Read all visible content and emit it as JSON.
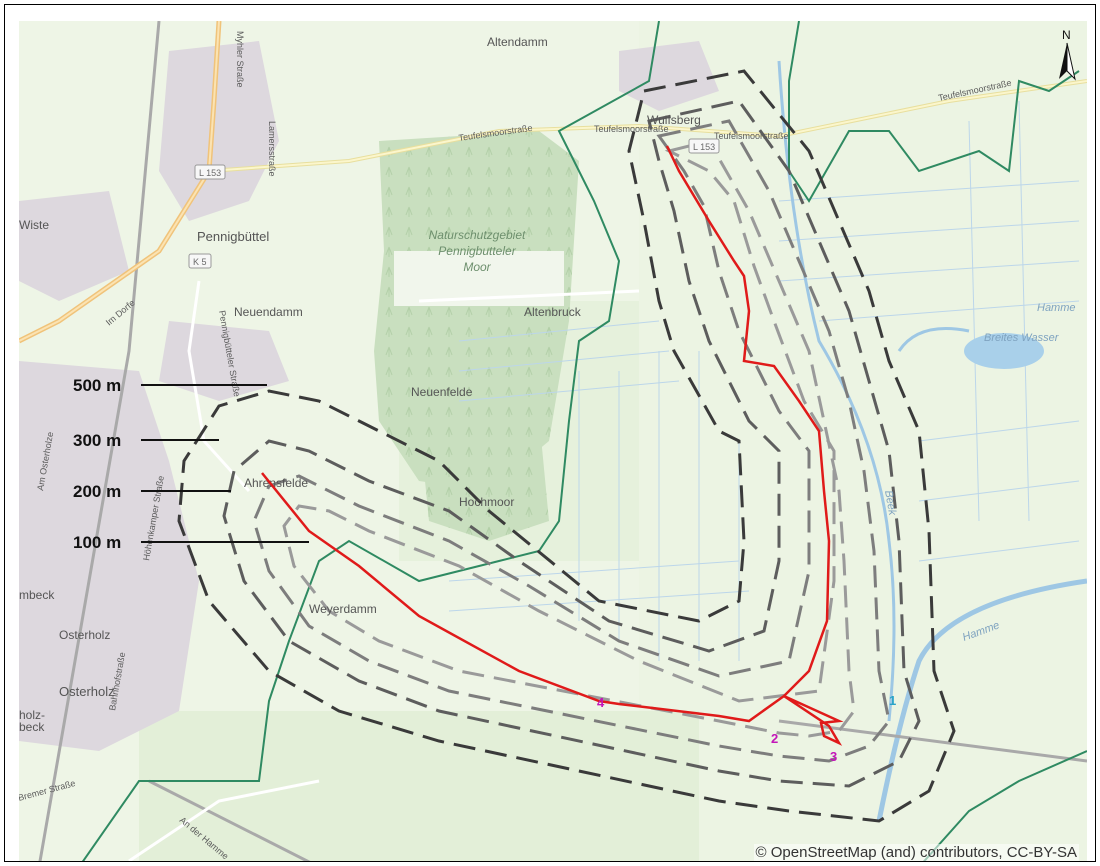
{
  "map": {
    "places": {
      "altendamm": "Altendamm",
      "wulfsberg": "Wulfsberg",
      "wiste": "Wiste",
      "pennigbuttel": "Pennigbüttel",
      "neuendamm": "Neuendamm",
      "altenbruck": "Altenbruck",
      "neuenfelde": "Neuenfelde",
      "hochmoor": "Hochmoor",
      "weyerdamm": "Weyerdamm",
      "osterholz": "Osterholz",
      "osterholz_small": "Osterholz",
      "ahrensfelde": "Ahrensfelde",
      "hamme": "Hamme",
      "hamme_river": "Hamme",
      "breites_wasser": "Breites Wasser",
      "beek": "Beek",
      "scharmbeck": "mbeck",
      "holz_beck_1": "holz-",
      "holz_beck_2": "beck"
    },
    "roads": {
      "teufelsmoor_1": "Teufelsmoorstraße",
      "teufelsmoor_2": "Teufelsmoorstraße",
      "teufelsmoor_3": "Teufelsmoorstraße",
      "myhler": "Myhler Straße",
      "lamers": "Lamersstraße",
      "pennigbutteler": "Pennigbütteler Straße",
      "im_dorfe": "Im Dorfe",
      "am_osterholz": "Am Osterholze",
      "hohenkamp": "Höhenkamper Straße",
      "bahnhof": "Bahnhofstraße",
      "bremer": "Bremer Straße",
      "an_der_hamme": "An der Hamme"
    },
    "road_badges": {
      "l153_west": "L 153",
      "l153_east": "L 153",
      "k5": "K 5"
    },
    "reserve_label": [
      "Naturschutzgebiet",
      "Pennigbutteler",
      "Moor"
    ],
    "north_label": "N",
    "attribution": "© OpenStreetMap (and) contributors, CC-BY-SA",
    "colors": {
      "land": "#eef5e6",
      "field": "#e3efd8",
      "forest": "#c9dfbf",
      "urban": "#ddd8de",
      "water": "#a9d0ea",
      "boundary": "#2f8a62",
      "route": "#e01a1a",
      "buffer_100": "#9a9a9a",
      "buffer_200": "#7d7d7d",
      "buffer_300": "#5d5d5d",
      "buffer_500": "#3a3a3a",
      "measure_label_magenta": "#c316b8",
      "measure_label_cyan": "#2aa3c8"
    }
  },
  "buffer_legend": {
    "b500": "500 m",
    "b300": "300 m",
    "b200": "200 m",
    "b100": "100 m"
  },
  "measurement_points": {
    "p1": "1",
    "p2": "2",
    "p3": "3",
    "p4": "4"
  }
}
